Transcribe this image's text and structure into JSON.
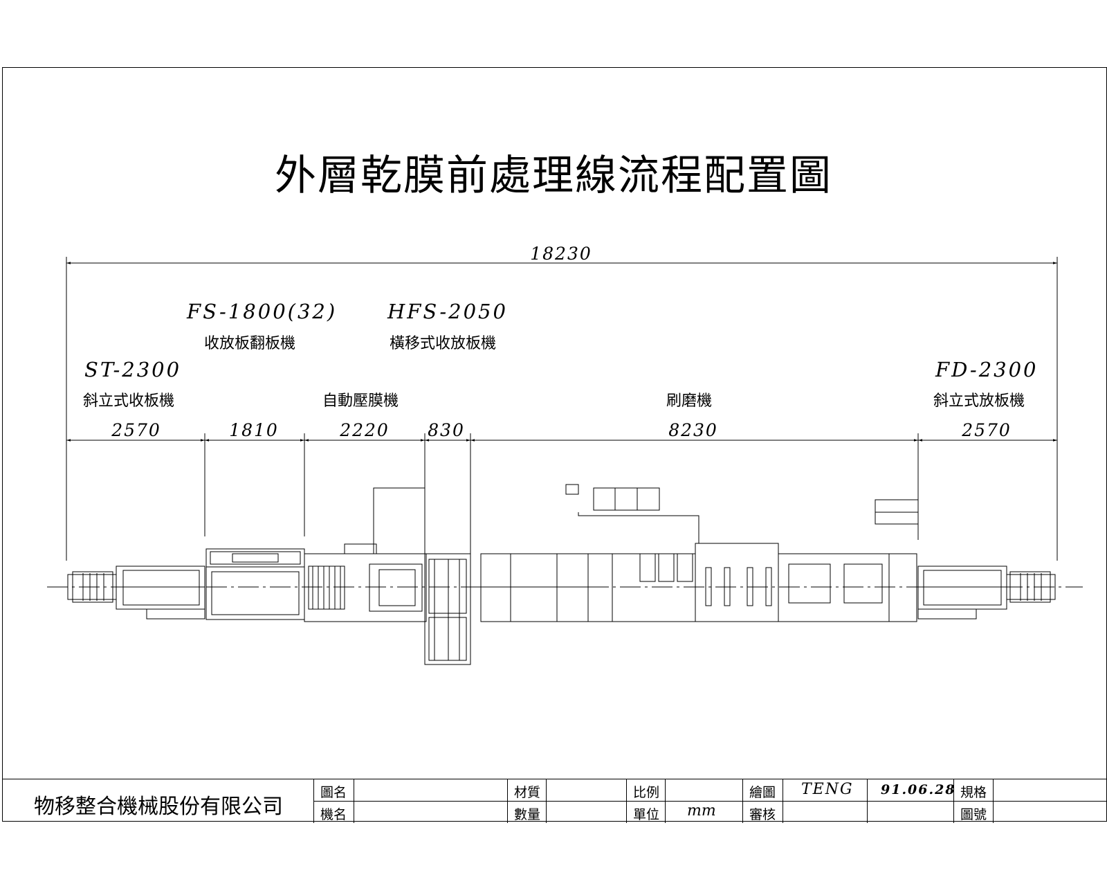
{
  "title": "外層乾膜前處理線流程配置圖",
  "overall_dimension": "18230",
  "machines": {
    "fs": {
      "model": "FS-1800(32)",
      "name": "收放板翻板機"
    },
    "hfs": {
      "model": "HFS-2050",
      "name": "橫移式收放板機"
    },
    "st": {
      "model": "ST-2300",
      "name": "斜立式收板機"
    },
    "laminator": {
      "name": "自動壓膜機"
    },
    "brush": {
      "name": "刷磨機"
    },
    "fd": {
      "model": "FD-2300",
      "name": "斜立式放板機"
    }
  },
  "dimensions": [
    "2570",
    "1810",
    "2220",
    "830",
    "8230",
    "2570"
  ],
  "title_block": {
    "company": "物移整合機械股份有限公司",
    "drawing_name_label": "圖名",
    "machine_name_label": "機名",
    "material_label": "材質",
    "quantity_label": "數量",
    "scale_label": "比例",
    "unit_label": "單位",
    "unit_value": "mm",
    "drawn_label": "繪圖",
    "drawn_value": "TENG",
    "date": "91.06.28",
    "check_label": "審核",
    "spec_label": "規格",
    "drawing_no_label": "圖號"
  }
}
